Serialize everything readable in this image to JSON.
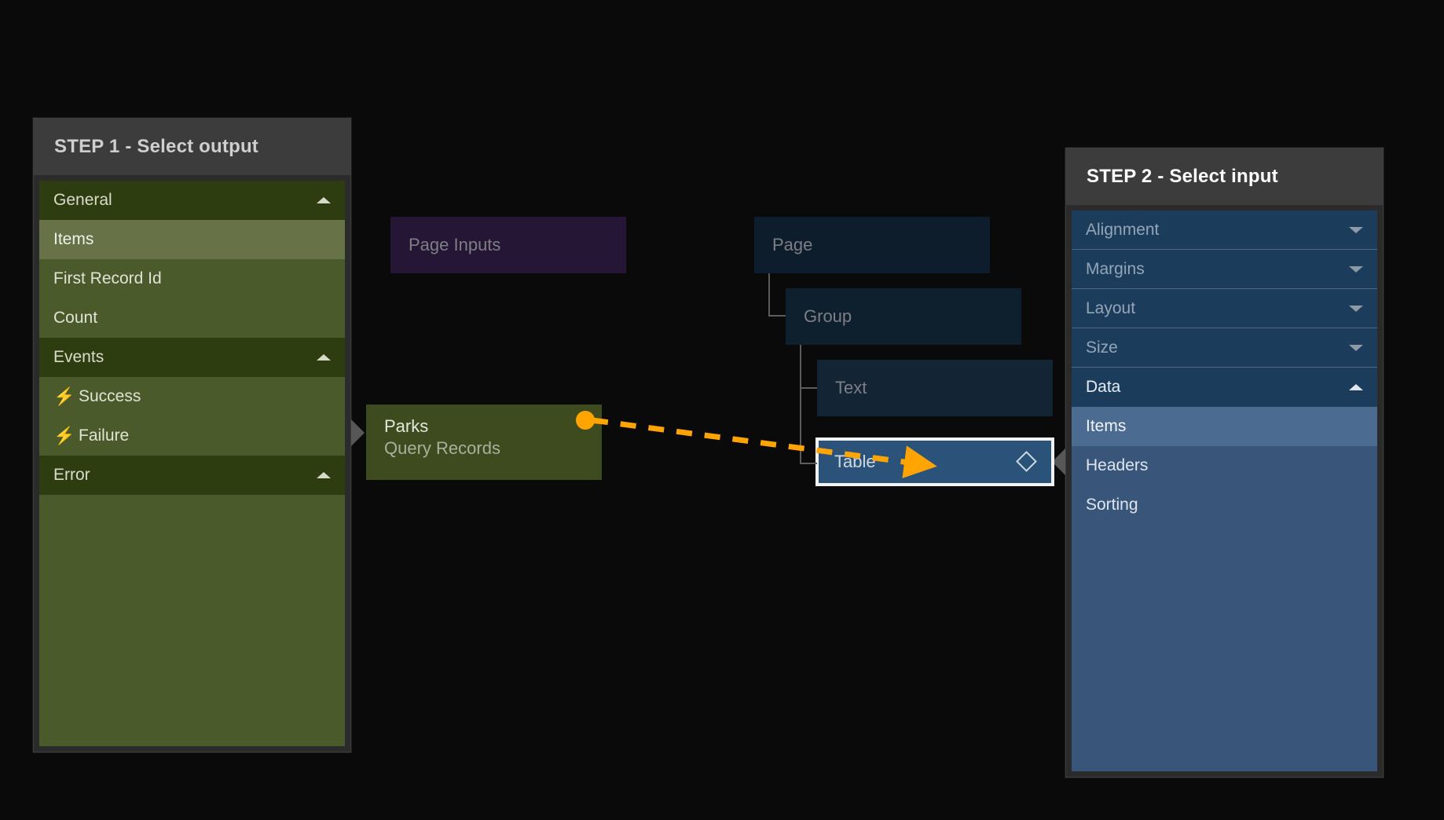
{
  "accent": {
    "link": "#f5a623",
    "dot": "#ffa400",
    "selected_outline": "#f2f2f2"
  },
  "step1": {
    "title": "STEP 1 - Select output",
    "sections": [
      {
        "label": "General",
        "caret": "chevron-up",
        "items": [
          {
            "label": "Items",
            "selected": true
          },
          {
            "label": "First Record Id",
            "selected": false
          },
          {
            "label": "Count",
            "selected": false
          }
        ]
      },
      {
        "label": "Events",
        "caret": "chevron-up",
        "items": [
          {
            "label": "Success",
            "icon": "bolt-icon",
            "selected": false
          },
          {
            "label": "Failure",
            "icon": "bolt-icon",
            "selected": false
          }
        ]
      },
      {
        "label": "Error",
        "caret": "chevron-up",
        "items": [
          {
            "label": "Error",
            "selected": false
          }
        ]
      }
    ]
  },
  "step2": {
    "title": "STEP 2 - Select input",
    "sections": [
      {
        "label": "Alignment",
        "caret": "chevron-down",
        "collapsed": true,
        "items": []
      },
      {
        "label": "Margins",
        "caret": "chevron-down",
        "collapsed": true,
        "items": []
      },
      {
        "label": "Layout",
        "caret": "chevron-down",
        "collapsed": true,
        "items": []
      },
      {
        "label": "Size",
        "caret": "chevron-down",
        "collapsed": true,
        "items": []
      },
      {
        "label": "Data",
        "caret": "chevron-up",
        "collapsed": false,
        "items": [
          {
            "label": "Items",
            "selected": true
          },
          {
            "label": "Headers",
            "selected": false
          },
          {
            "label": "Sorting",
            "selected": false
          }
        ]
      }
    ]
  },
  "nodes": {
    "page_inputs": {
      "label": "Page Inputs"
    },
    "page": {
      "label": "Page"
    },
    "group": {
      "label": "Group"
    },
    "text": {
      "label": "Text"
    },
    "parks": {
      "title": "Parks",
      "subtitle": "Query Records"
    },
    "table": {
      "label": "Table",
      "icon": "diamond-icon",
      "selected": true
    }
  }
}
